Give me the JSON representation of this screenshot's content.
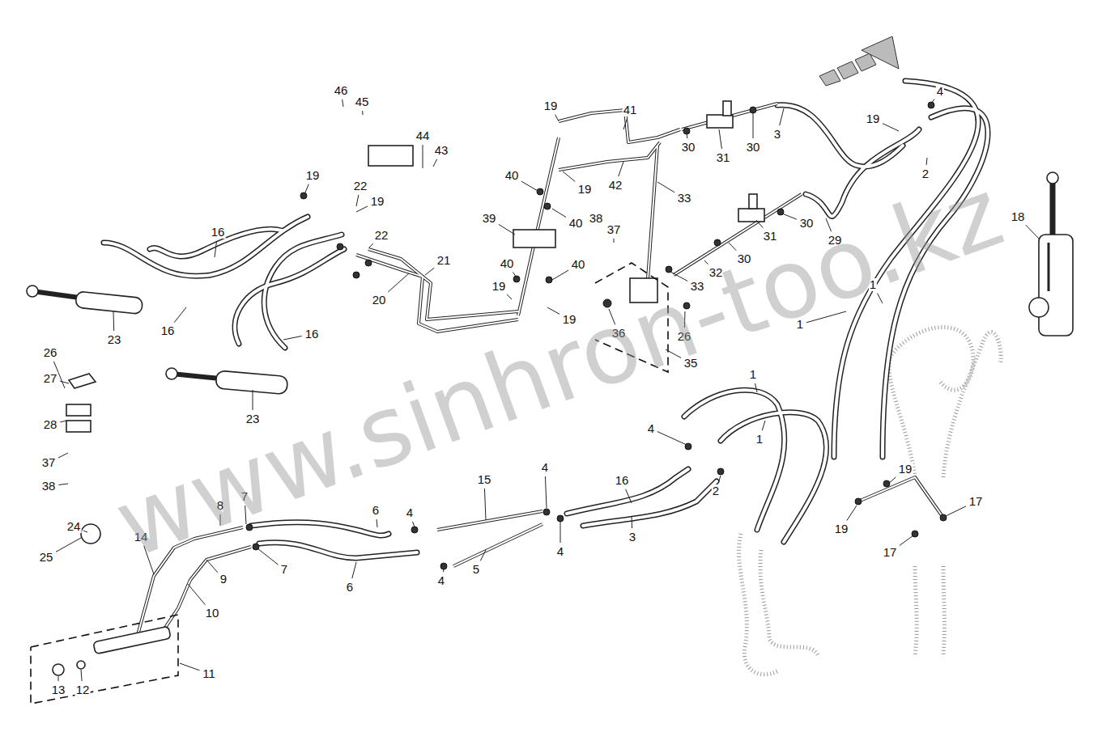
{
  "diagram": {
    "labels": [
      "46",
      "45",
      "44",
      "43",
      "19",
      "41",
      "4",
      "19",
      "30",
      "31",
      "30",
      "3",
      "2",
      "42",
      "19",
      "40",
      "19",
      "22",
      "19",
      "16",
      "22",
      "39",
      "40",
      "38",
      "37",
      "33",
      "30",
      "29",
      "31",
      "18",
      "21",
      "30",
      "32",
      "40",
      "40",
      "33",
      "20",
      "19",
      "19",
      "1",
      "1",
      "36",
      "26",
      "35",
      "16",
      "16",
      "23",
      "23",
      "26",
      "27",
      "28",
      "37",
      "38",
      "1",
      "4",
      "1",
      "2",
      "4",
      "15",
      "16",
      "19",
      "17",
      "19",
      "17",
      "8",
      "7",
      "6",
      "4",
      "3",
      "4",
      "24",
      "14",
      "25",
      "9",
      "7",
      "6",
      "4",
      "5",
      "10",
      "11",
      "13",
      "12",
      "www.sinhron-too.kz"
    ]
  }
}
